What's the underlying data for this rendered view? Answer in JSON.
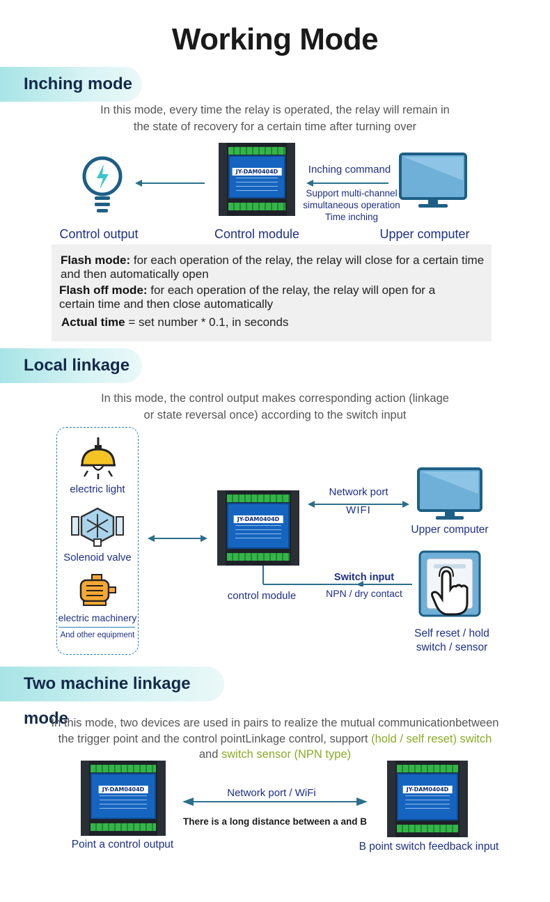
{
  "title": "Working Mode",
  "inching": {
    "heading": "Inching mode",
    "desc_line1": "In this mode, every time the relay is operated, the relay will remain in",
    "desc_line2": "the state of recovery for a certain time after turning over",
    "command_label": "Inching command",
    "support_line1": "Support multi-channel",
    "support_line2": "simultaneous operation",
    "support_line3": "Time inching",
    "output_label": "Control output",
    "module_label": "Control module",
    "computer_label": "Upper computer",
    "flash_title": "Flash mode:",
    "flash_text": " for each operation of the relay, the relay will close for a certain time",
    "flash_text2": "and then automatically open",
    "flashoff_title": "Flash off mode:",
    "flashoff_text": " for each operation of the relay, the relay will open for a",
    "flashoff_text2": "certain time and then close automatically",
    "actual_title": "Actual time",
    "actual_text": " = set number * 0.1, in seconds"
  },
  "local": {
    "heading": "Local linkage",
    "desc_line1": "In this mode, the control output makes corresponding action (linkage",
    "desc_line2": "or state reversal once) according to the switch input",
    "devices": [
      "electric light",
      "Solenoid valve",
      "electric machinery",
      "And other equipment"
    ],
    "network_label": "Network port",
    "wifi_label": "WIFI",
    "computer_label": "Upper computer",
    "switch_input": "Switch input",
    "npn_label": "NPN / dry contact",
    "module_label": "control module",
    "switch_label_line1": "Self reset / hold",
    "switch_label_line2": "switch / sensor"
  },
  "two_machine": {
    "heading": "Two machine linkage mode",
    "desc_line1": "In this mode, two devices are used in pairs to realize the mutual communicationbetween",
    "desc_line2_a": "the trigger point and the control pointLinkage control, support ",
    "desc_line2_b": "(hold / self reset) switch",
    "desc_line3_a": "and ",
    "desc_line3_b": "switch sensor (NPN type)",
    "network_label": "Network port / WiFi",
    "distance_label": "There is a long distance between a and B",
    "a_label": "Point a control output",
    "b_label": "B point switch feedback input"
  },
  "module_model": "JY-DAM0404D",
  "colors": {
    "accent_blue": "#1d2f86",
    "arrow_teal": "#2b6f8a",
    "pill_cyan": "#a8e4e6",
    "highlight_green": "#8aab27"
  }
}
